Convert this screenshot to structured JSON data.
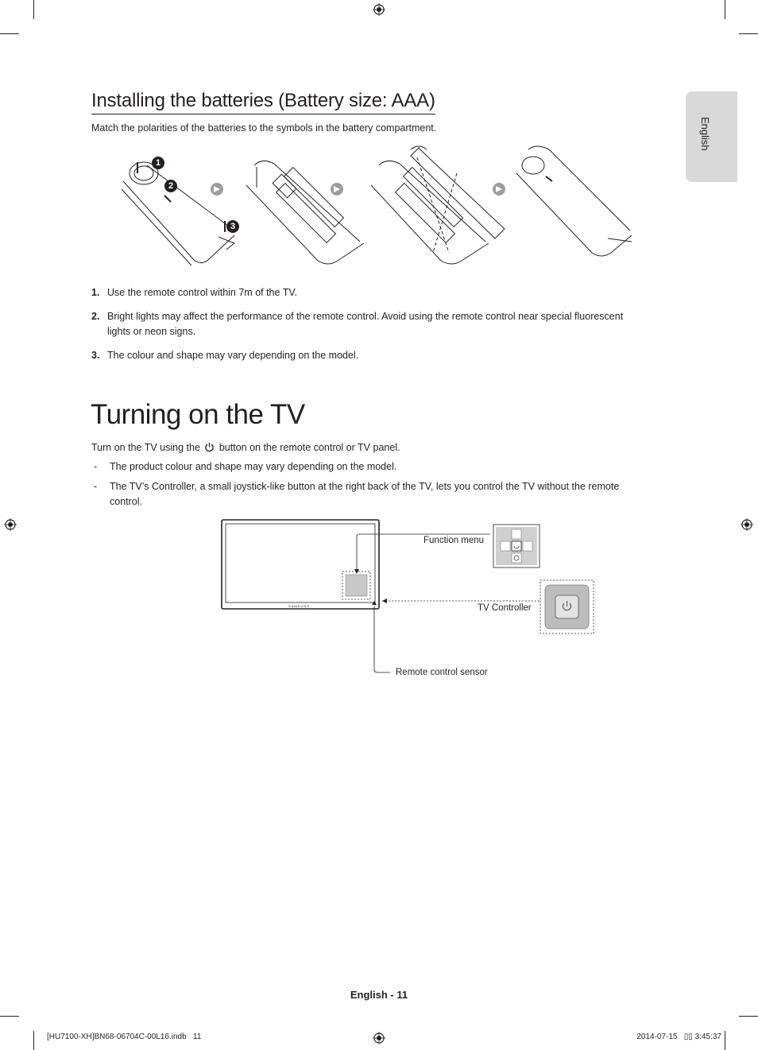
{
  "sidebar": {
    "language": "English"
  },
  "batteries": {
    "heading": "Installing the batteries (Battery size: AAA)",
    "instruction": "Match the polarities of the batteries to the symbols in the battery compartment.",
    "step_badges": [
      "1",
      "2",
      "3"
    ],
    "notes": [
      {
        "num": "1.",
        "text": "Use the remote control within 7m of the TV."
      },
      {
        "num": "2.",
        "text": "Bright lights may affect the performance of the remote control. Avoid using the remote control near special fluorescent lights or neon signs."
      },
      {
        "num": "3.",
        "text": "The colour and shape may vary depending on the model."
      }
    ]
  },
  "turning_on": {
    "title": "Turning on the TV",
    "intro_before": "Turn on the TV using the",
    "intro_after": "button on the remote control or TV panel.",
    "bullets": [
      {
        "dash": "-",
        "text": "The product colour and shape may vary depending on the model."
      },
      {
        "dash": "-",
        "text": "The TV’s Controller, a small joystick-like button at the right back of the TV, lets you control the TV without the remote control."
      }
    ]
  },
  "diagram": {
    "brand": "SAMSUNG",
    "function_menu_label": "Function menu",
    "tv_controller_label": "TV Controller",
    "remote_sensor_label": "Remote control sensor"
  },
  "footer": {
    "page_label": "English - 11",
    "file": "[HU7100-XH]BN68-06704C-00L16.indb   11",
    "timestamp": "2014-07-15   ▯▯ 3:45:37"
  }
}
